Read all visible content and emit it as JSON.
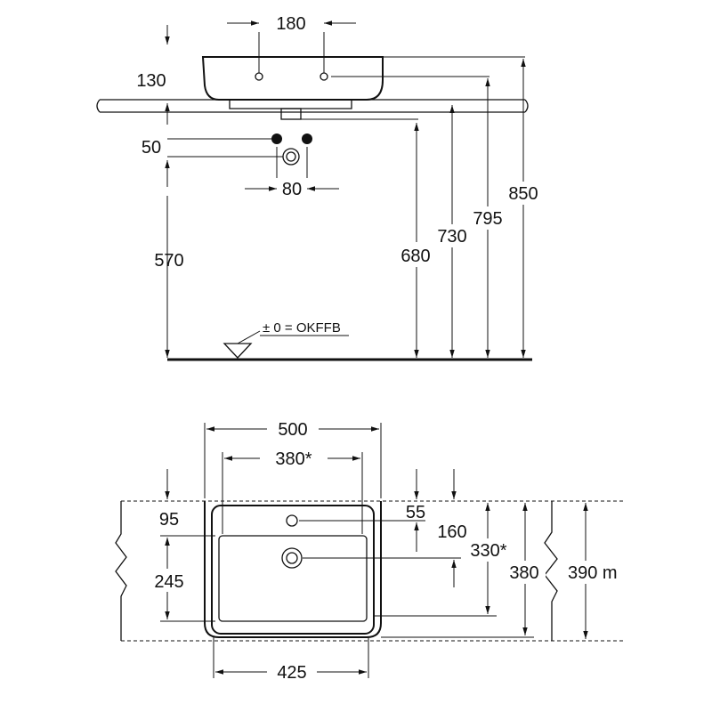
{
  "side_view": {
    "dims": {
      "tap_spacing": "180",
      "basin_height": "130",
      "supply_gap": "50",
      "supply_spacing": "80",
      "supply_height": "570",
      "drain_height": "680",
      "counter_height": "730",
      "tap_height": "795",
      "rim_height": "850"
    },
    "floor_label": "± 0 = OKFFB"
  },
  "top_view": {
    "dims": {
      "overall_width": "500",
      "cutout_width": "380*",
      "inner_width": "425",
      "rear_offset": "95",
      "tap_offset": "55",
      "drain_offset": "160",
      "basin_inner_depth": "245",
      "cutout_depth": "330*",
      "basin_depth": "380",
      "counter_depth": "390 m"
    }
  }
}
